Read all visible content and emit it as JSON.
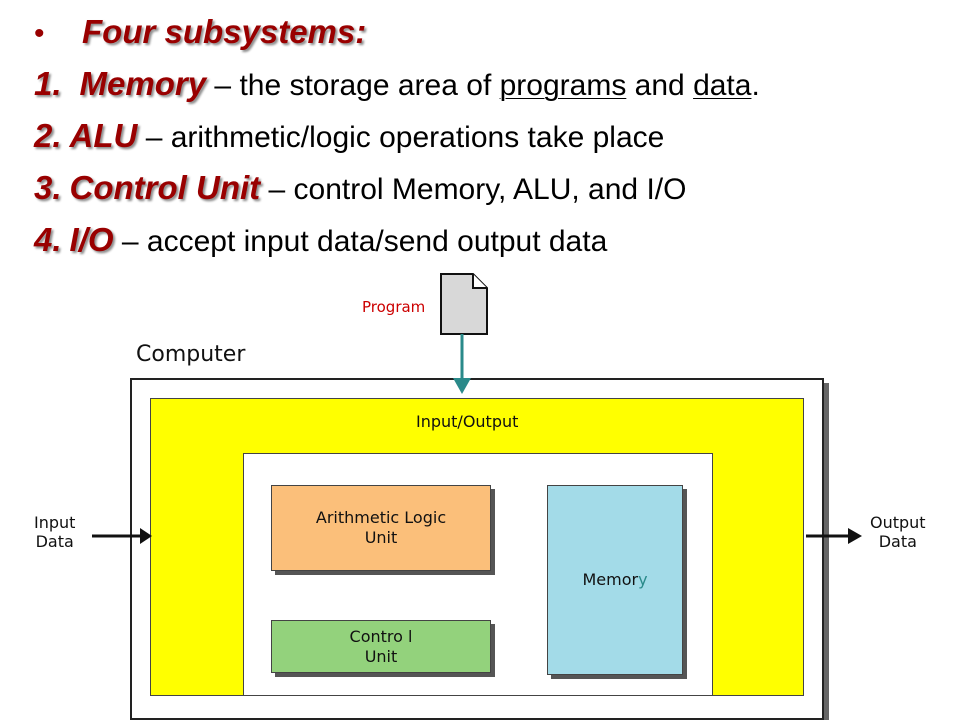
{
  "heading": {
    "bullet": "•",
    "text": "Four subsystems:"
  },
  "items": [
    {
      "num": "1.",
      "term": "Memory",
      "dash": " – ",
      "desc_parts": [
        "the storage area of ",
        "programs",
        " and ",
        "data",
        "."
      ]
    },
    {
      "num": "2.",
      "term": "ALU",
      "dash": " – ",
      "desc": "arithmetic/logic operations take place"
    },
    {
      "num": "3.",
      "term": "Control Unit",
      "dash": " – ",
      "desc": "control Memory, ALU, and I/O"
    },
    {
      "num": "4.",
      "term": "I/O",
      "dash": " – ",
      "desc": "accept input data/send output data"
    }
  ],
  "diagram": {
    "program_label": "Program",
    "computer_label": "Computer",
    "io_label": "Input/Output",
    "alu_label_1": "Arithmetic Logic",
    "alu_label_2": "Unit",
    "memory_label_main": "Memor",
    "memory_label_tail": "y",
    "cu_label_1": "Contro l",
    "cu_label_2": "Unit",
    "input_label_1": "Input",
    "input_label_2": "Data",
    "output_label_1": "Output",
    "output_label_2": "Data",
    "colors": {
      "io": "#ffff00",
      "alu": "#fbbf7a",
      "control_unit": "#93d27c",
      "memory": "#a3dbe8",
      "program_arrow": "#2a8a8a",
      "program_text": "#cc0000",
      "term_text": "#990000"
    },
    "icons": [
      "document-icon",
      "arrow-right-icon",
      "arrow-down-icon"
    ]
  }
}
